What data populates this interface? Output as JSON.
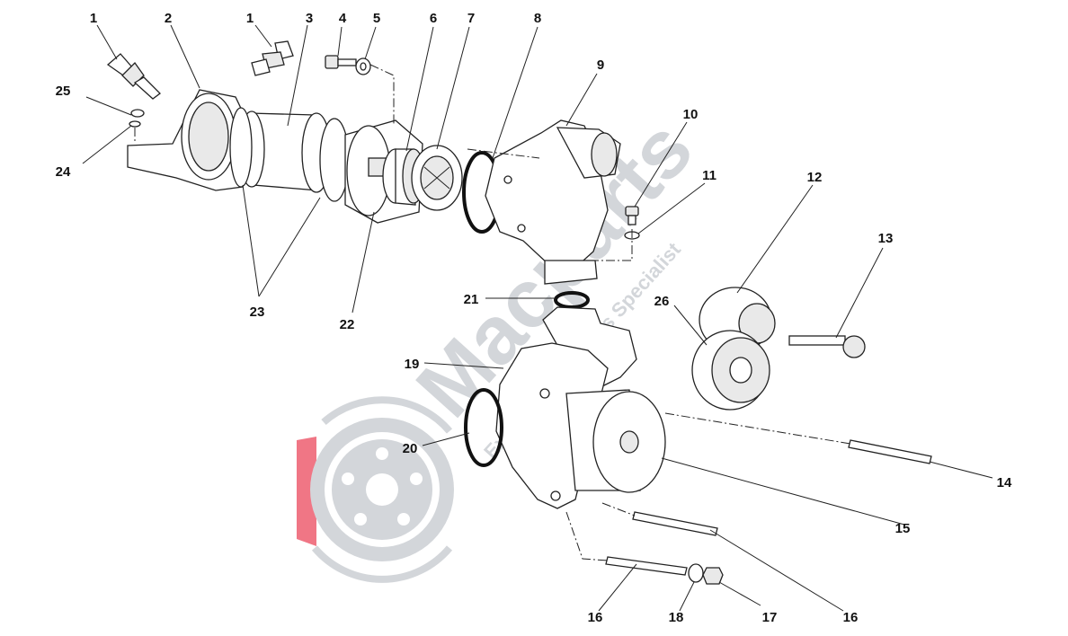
{
  "diagram": {
    "callouts": [
      {
        "id": "1a",
        "label": "1"
      },
      {
        "id": "2",
        "label": "2"
      },
      {
        "id": "1b",
        "label": "1"
      },
      {
        "id": "3",
        "label": "3"
      },
      {
        "id": "4",
        "label": "4"
      },
      {
        "id": "5",
        "label": "5"
      },
      {
        "id": "6",
        "label": "6"
      },
      {
        "id": "7",
        "label": "7"
      },
      {
        "id": "8",
        "label": "8"
      },
      {
        "id": "9",
        "label": "9"
      },
      {
        "id": "10",
        "label": "10"
      },
      {
        "id": "11",
        "label": "11"
      },
      {
        "id": "12",
        "label": "12"
      },
      {
        "id": "13",
        "label": "13"
      },
      {
        "id": "14",
        "label": "14"
      },
      {
        "id": "15",
        "label": "15"
      },
      {
        "id": "16a",
        "label": "16"
      },
      {
        "id": "16b",
        "label": "16"
      },
      {
        "id": "17",
        "label": "17"
      },
      {
        "id": "18",
        "label": "18"
      },
      {
        "id": "19",
        "label": "19"
      },
      {
        "id": "20",
        "label": "20"
      },
      {
        "id": "21",
        "label": "21"
      },
      {
        "id": "22",
        "label": "22"
      },
      {
        "id": "23",
        "label": "23"
      },
      {
        "id": "24",
        "label": "24"
      },
      {
        "id": "25",
        "label": "25"
      },
      {
        "id": "26",
        "label": "26"
      }
    ]
  },
  "watermark": {
    "brand": "Macparts",
    "tagline": "Exclusive Car Parts Specialist",
    "colors": {
      "brand_gray": "#cfd2d6",
      "brand_red": "#e8334a"
    }
  }
}
